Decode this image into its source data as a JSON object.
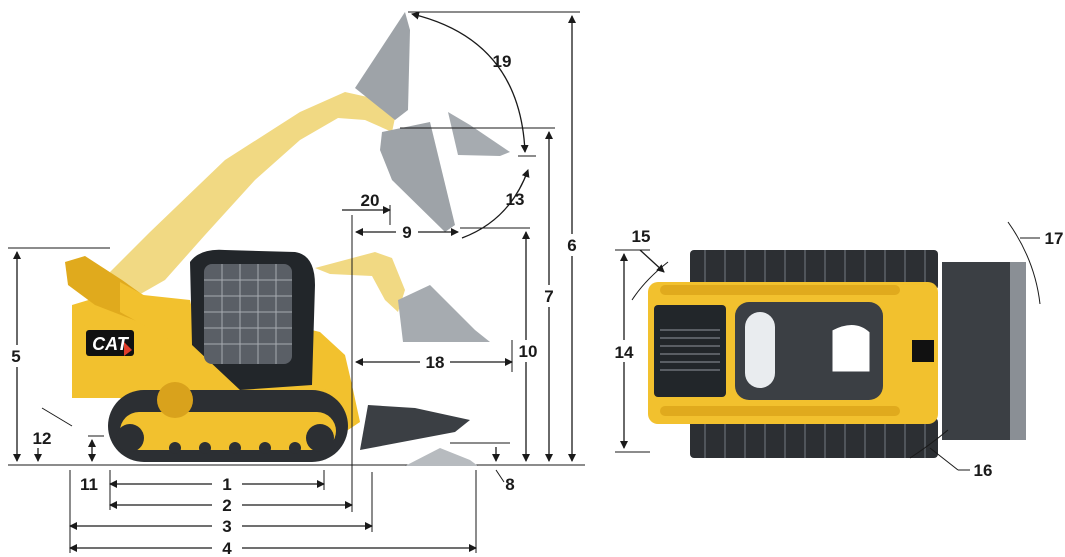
{
  "brand": {
    "logo_text": "CAT",
    "colors": {
      "machine_yellow": "#f2c12e",
      "arm_ghost": "#f1d983",
      "bucket_grey": "#9ea3a8",
      "track_dark": "#2c2f33",
      "cab_dark": "#22262a",
      "attachment_dark": "#3b3f44"
    }
  },
  "side_view": {
    "labels": {
      "d1": "1",
      "d2": "2",
      "d3": "3",
      "d4": "4",
      "d5": "5",
      "d6": "6",
      "d7": "7",
      "d8": "8",
      "d9": "9",
      "d10": "10",
      "d11": "11",
      "d12": "12",
      "d13": "13",
      "d18": "18",
      "d19": "19",
      "d20": "20"
    }
  },
  "top_view": {
    "labels": {
      "d14": "14",
      "d15": "15",
      "d16": "16",
      "d17": "17"
    }
  }
}
